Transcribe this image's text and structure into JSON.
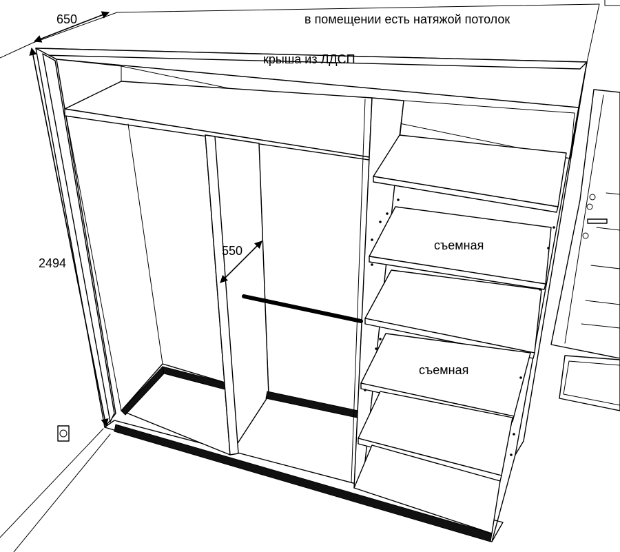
{
  "labels": {
    "ceiling_note": "в помещении есть натяжой потолок",
    "roof_note": "крыша из ЛДСП",
    "shelf_removable_1": "съемная",
    "shelf_removable_2": "съемная"
  },
  "dimensions": {
    "depth": "650",
    "height": "2494",
    "hanger_depth": "550"
  }
}
